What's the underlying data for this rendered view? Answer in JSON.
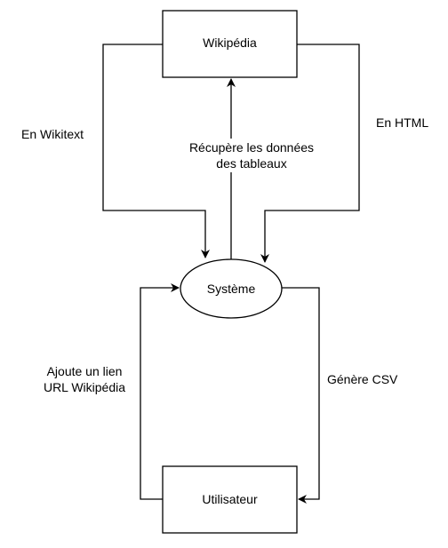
{
  "nodes": {
    "wikipedia": "Wikipédia",
    "systeme": "Système",
    "utilisateur": "Utilisateur"
  },
  "edges": {
    "wikitext": "En Wikitext",
    "html": "En HTML",
    "recupere_line1": "Récupère les données",
    "recupere_line2": "des tableaux",
    "ajoute_line1": "Ajoute un lien",
    "ajoute_line2": "URL Wikipédia",
    "genere": "Génère CSV"
  },
  "colors": {
    "stroke": "#000000",
    "fill": "#ffffff",
    "text": "#000000"
  }
}
